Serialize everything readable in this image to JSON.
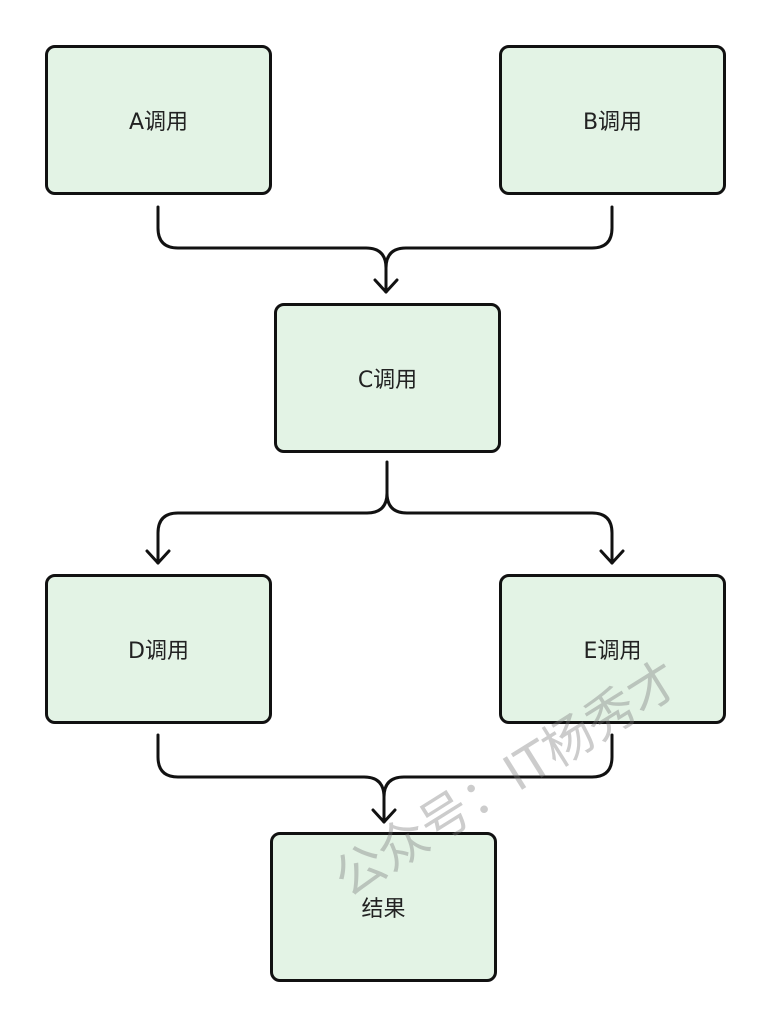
{
  "nodes": {
    "a": "A调用",
    "b": "B调用",
    "c": "C调用",
    "d": "D调用",
    "e": "E调用",
    "result": "结果"
  },
  "edges": [
    {
      "from": "a",
      "to": "c"
    },
    {
      "from": "b",
      "to": "c"
    },
    {
      "from": "c",
      "to": "d"
    },
    {
      "from": "c",
      "to": "e"
    },
    {
      "from": "d",
      "to": "result"
    },
    {
      "from": "e",
      "to": "result"
    }
  ],
  "watermark": "公众号：IT杨秀才",
  "colors": {
    "node_fill": "#e3f3e5",
    "stroke": "#111111"
  }
}
